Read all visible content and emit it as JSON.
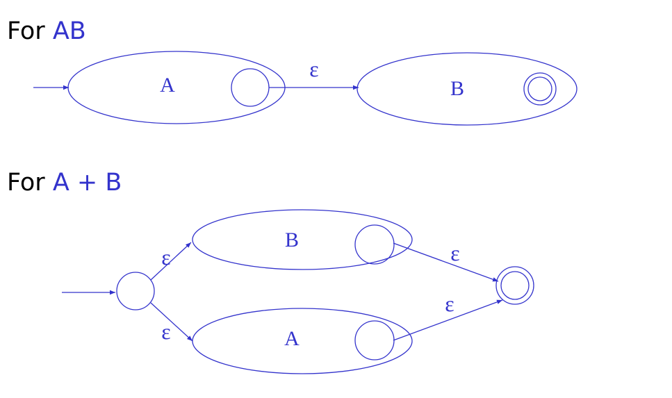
{
  "sections": {
    "concat": {
      "heading_prefix": "For ",
      "heading_expr": "AB",
      "left_label": "A",
      "right_label": "B",
      "edge_label": "ε"
    },
    "union": {
      "heading_prefix": "For ",
      "heading_expr": "A + B",
      "top_label": "B",
      "bottom_label": "A",
      "edge_in_top": "ε",
      "edge_in_bottom": "ε",
      "edge_out_top": "ε",
      "edge_out_bottom": "ε"
    }
  },
  "colors": {
    "accent": "#3333cc",
    "text": "#000000",
    "background": "#ffffff"
  }
}
